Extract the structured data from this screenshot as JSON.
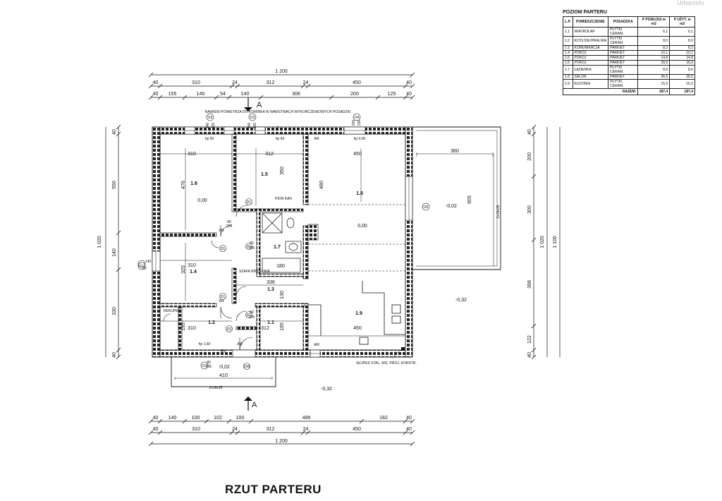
{
  "watermark": "Urbanistu",
  "drawing_title": "RZUT PARTERU",
  "room_table": {
    "title": "POZIOM PARTERU",
    "headers": [
      "L.P.",
      "POMIESZCZENIE",
      "POSADZKA",
      "P PODŁOGI w m2",
      "P UŻYT. w m2"
    ],
    "rows": [
      [
        "1.1",
        "WIATROŁAP",
        "PŁYTKI CERAM.",
        "6,1",
        "6,1"
      ],
      [
        "1.2",
        "KOTŁOW./PRALNIA",
        "PŁYTKI CERAM.",
        "8,0",
        "8,0"
      ],
      [
        "1.3",
        "KOMUNIKACJA",
        "PARKIET",
        "8,2",
        "8,2"
      ],
      [
        "1.4",
        "POKÓJ",
        "PARKIET",
        "10,1",
        "10,1"
      ],
      [
        "1.5",
        "POKÓJ",
        "PARKIET",
        "14,8",
        "14,8"
      ],
      [
        "1.6",
        "POKÓJ",
        "PARKIET",
        "16,0",
        "16,0"
      ],
      [
        "1.7",
        "ŁAZIENKA",
        "PŁYTKI CERAM.",
        "8,6",
        "8,6"
      ],
      [
        "1.8",
        "SALON",
        "PARKIET",
        "36,5",
        "36,5"
      ],
      [
        "1.9",
        "KUCHNIA",
        "PŁYTKI CERAM.",
        "15,2",
        "15,2"
      ]
    ],
    "total_label": "RAZEM:",
    "total_floor": "187,4",
    "total_usable": "187,4"
  },
  "dimensions": {
    "top_overall": "1 200",
    "top_row1": [
      "40",
      "310",
      "24",
      "312",
      "24",
      "450",
      "40"
    ],
    "top_row2": [
      "40",
      "155",
      "140",
      "54",
      "140",
      "306",
      "200",
      "125",
      "40"
    ],
    "bottom_row1": [
      "40",
      "140",
      "100",
      "102",
      "100",
      "496",
      "182",
      "40"
    ],
    "bottom_row2": [
      "40",
      "310",
      "24",
      "312",
      "24",
      "450",
      "40"
    ],
    "bottom_overall": "1 200",
    "left_chain": [
      "40",
      "550",
      "140",
      "330",
      "40"
    ],
    "left_overall": "1 020",
    "right_chain": [
      "40",
      "200",
      "300",
      "398",
      "122",
      "40"
    ],
    "right_inner": "1 020",
    "right_overall": "1 100",
    "terrace_width": "360",
    "terrace_depth": "605",
    "porch_width": "410"
  },
  "rooms": [
    {
      "id": "1.6",
      "level": "0,00",
      "w": "310",
      "h": "476"
    },
    {
      "id": "1.5",
      "level": "",
      "w": "312",
      "h": "350"
    },
    {
      "id": "1.8",
      "level": "0,00",
      "w": "450",
      "h": "480"
    },
    {
      "id": "1.4",
      "level": "",
      "w": "310",
      "h": "325"
    },
    {
      "id": "1.3",
      "level": "",
      "w": "336",
      "h": "130"
    },
    {
      "id": "1.7",
      "level": "",
      "w": "180",
      "h": ""
    },
    {
      "id": "1.9",
      "level": "",
      "w": "450",
      "h": ""
    },
    {
      "id": "1.2",
      "level": "",
      "w": "310",
      "h": "195"
    },
    {
      "id": "1.1",
      "level": "",
      "w": "312",
      "h": "195"
    }
  ],
  "annotations": {
    "vent_note": "NAWIEW POWIETRZA DO KOMINKA W WARSTWACH WYKOŃCZENIOWYCH POSADZKI",
    "column_note": "SŁUPEK STAL. WG. PROJ. KONSTR.",
    "flue": "PION KAN",
    "boiler": "REKUPER.",
    "wardrobe": "SZAFA WNĘKOWA",
    "terrace_level": "-0,02",
    "porch_level": "-0,02",
    "ground_level_1": "-0,32",
    "ground_level_2": "-0,32",
    "section_mark": "A",
    "ridge_note": "2x15x35",
    "step_note": "2x18x35",
    "hp_labels": [
      "hp 90",
      "hp 90",
      "hp 0,00",
      "hp 1,60"
    ],
    "window_heads": [
      "140",
      "120",
      "140",
      "120",
      "200",
      "230"
    ],
    "window_tags": [
      "O3",
      "O3",
      "O4",
      "O5",
      "O2",
      "O1"
    ],
    "door_tags": [
      "D1",
      "D1",
      "D1",
      "D1",
      "D1",
      "DW",
      "D2"
    ],
    "door_sizes": [
      "80",
      "205",
      "80",
      "205",
      "80",
      "205",
      "90",
      "205"
    ],
    "an_labels": [
      "AN",
      "AN",
      "AN",
      "AN",
      "AW",
      "AW"
    ],
    "window_side": "90",
    "window_side_h": "140"
  }
}
